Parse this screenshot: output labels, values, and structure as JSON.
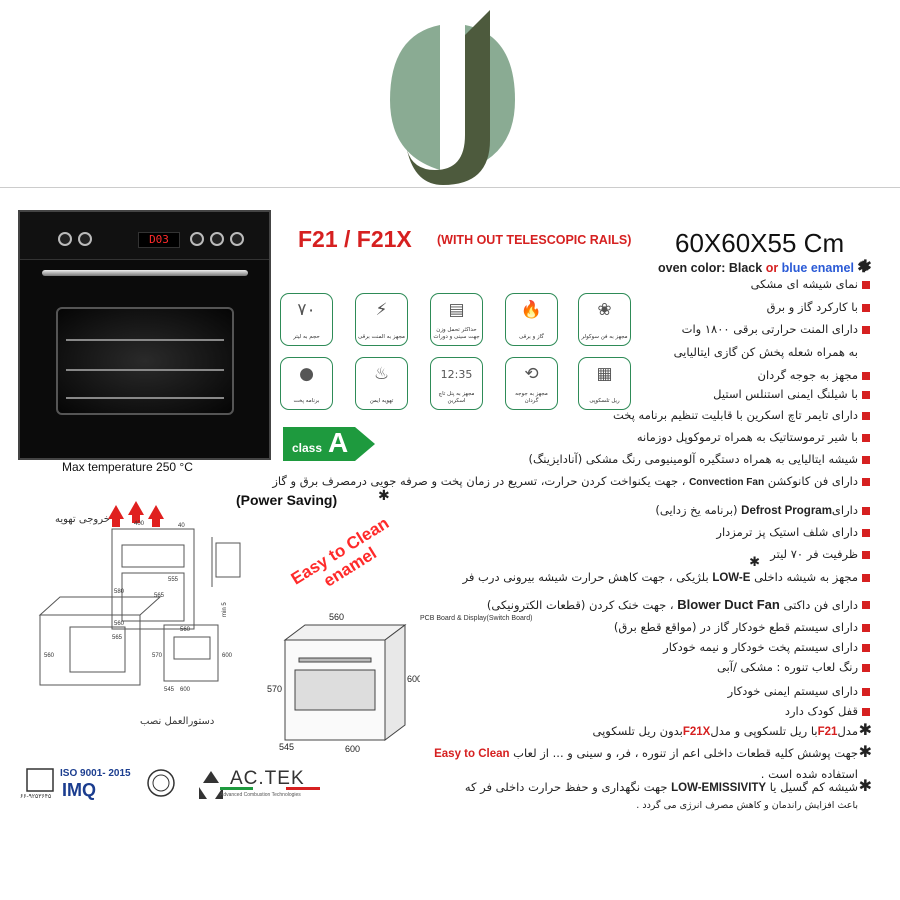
{
  "brand": {
    "logo_name": "brand-logo",
    "colors": {
      "dark": "#4d5a3d",
      "light": "#8aab93"
    }
  },
  "oven_photo": {
    "display": "D03",
    "max_temperature": "Max temperature 250 °C"
  },
  "header": {
    "model": "F21 / F21X",
    "model_note": "(WITH OUT TELESCOPIC  RAILS)",
    "dimensions": "60X60X55 Cm",
    "oven_color_prefix": "oven color: Black ",
    "oven_color_or": "or",
    "oven_color_blue": " blue enamel"
  },
  "icons": [
    {
      "glyph": "٧٠",
      "caption": "حجم به لیتر"
    },
    {
      "glyph": "⚡",
      "caption": "مجهز به المنت برقی"
    },
    {
      "glyph": "▤",
      "caption": "حداکثر تحمل وزن جهت سینی و دورات"
    },
    {
      "glyph": "🔥",
      "caption": "گاز و برقی"
    },
    {
      "glyph": "❀",
      "caption": "مجهز به فن سوکولر"
    },
    {
      "glyph": "●",
      "caption": "برنامه پخت"
    },
    {
      "glyph": "♨",
      "caption": "تهویه ایمن"
    },
    {
      "glyph": "12:35",
      "caption": "مجهز به پنل تاچ اسکرین"
    },
    {
      "glyph": "⟲",
      "caption": "مجهز به جوجه گردان"
    },
    {
      "glyph": "▦",
      "caption": "ریل تلسکوپی"
    }
  ],
  "energy_class": {
    "label": "class",
    "letter": "A",
    "color": "#1e9a3e"
  },
  "features": {
    "f1": "نمای شیشه ای مشکی",
    "f2": "با کارکرد گاز و برق",
    "f3": "دارای المنت حرارتی برقی ۱۸۰۰ وات",
    "f3b": "به همراه شعله پخش کن گازی ایتالیایی",
    "f4": "مجهز به جوجه گردان",
    "f5": "با شیلنگ ایمنی استنلس استیل",
    "f6": "دارای تایمر تاچ اسکرین  با قابلیت تنظیم برنامه پخت",
    "f7": "با شیر ترموستاتیک به همراه ترموکوپل دوزمانه",
    "f8": "شیشه ایتالیایی به همراه دستگیره آلومینیومی رنگ مشکی (آنادایزینگ)",
    "f9a": "دارای فن کانوکشن ",
    "f9b": "Convection Fan",
    "f9c": " ، جهت یکنواخت کردن حرارت، تسریع در زمان پخت و صرفه جویی درمصرف برق و گاز",
    "f10a": "دارای",
    "f10b": "Defrost Program",
    "f10c": "(برنامه یخ زدایی)",
    "f11": "دارای شلف استیک پز ترمزدار",
    "f12": "ظرفیت فر ۷۰ لیتر",
    "f13a": "مجهز به شیشه داخلی ",
    "f13b": "LOW-E",
    "f13c": " بلژیکی ، جهت کاهش حرارت شیشه بیرونی درب فر",
    "f14a": "دارای فن داکتی  ",
    "f14b": "Blower Duct Fan",
    "f14c": " ، جهت خنک کردن (قطعات الکترونیکی)",
    "f15": "دارای سیستم قطع خودکار گاز در (مواقع قطع برق)",
    "f16": "دارای سیستم پخت خودکار و نیمه خودکار",
    "f17": "رنگ لعاب تنوره :  مشکی /آبی",
    "f18": "دارای سیستم ایمنی خودکار",
    "f19": "قفل کودک دارد",
    "n1a": "مدل",
    "n1b": "F21",
    "n1c": "با ریل تلسکوپی  و  مدل",
    "n1d": "F21X",
    "n1e": "بدون ریل تلسکوپی",
    "n2a": "جهت پوشش کلیه قطعات داخلی اعم از تنوره ، فر، و سینی و ... از لعاب ",
    "n2b": "Easy to Clean",
    "n2c": "استفاده شده است .",
    "n3a": "شیشه کم گسیل یا ",
    "n3b": "LOW-EMISSIVITY",
    "n3c": " جهت نگهداری و حفظ حرارت داخلی فر که",
    "n3d": "باعث افزایش راندمان و کاهش  مصرف انرژی می گردد ."
  },
  "power_saving": "(Power Saving)",
  "easy_clean_badge": {
    "line1": "Easy to Clean",
    "line2": "enamel"
  },
  "diagram": {
    "vent_label": "خروجی تهویه",
    "installation_label": "دستورالعمل نصب",
    "pcb_note": "PCB Board & Display(Switch Board)",
    "dims_small": [
      "400",
      "40",
      "555",
      "580",
      "565",
      "560",
      "565",
      "560",
      "570",
      "545",
      "600",
      "560",
      "600"
    ],
    "dims_large": {
      "width_top": "560",
      "height_left": "570",
      "height_right": "600",
      "depth": "545",
      "width_bottom": "600"
    },
    "min_label": "min 5"
  },
  "certifications": {
    "iso": "ISO 9001- 2015",
    "imq": "IMQ",
    "phone": "۶۶-۹۲۵۳۶۴۵",
    "actek": "AC.TEK",
    "actek_tag": "Advanced Combustion Technologies"
  }
}
